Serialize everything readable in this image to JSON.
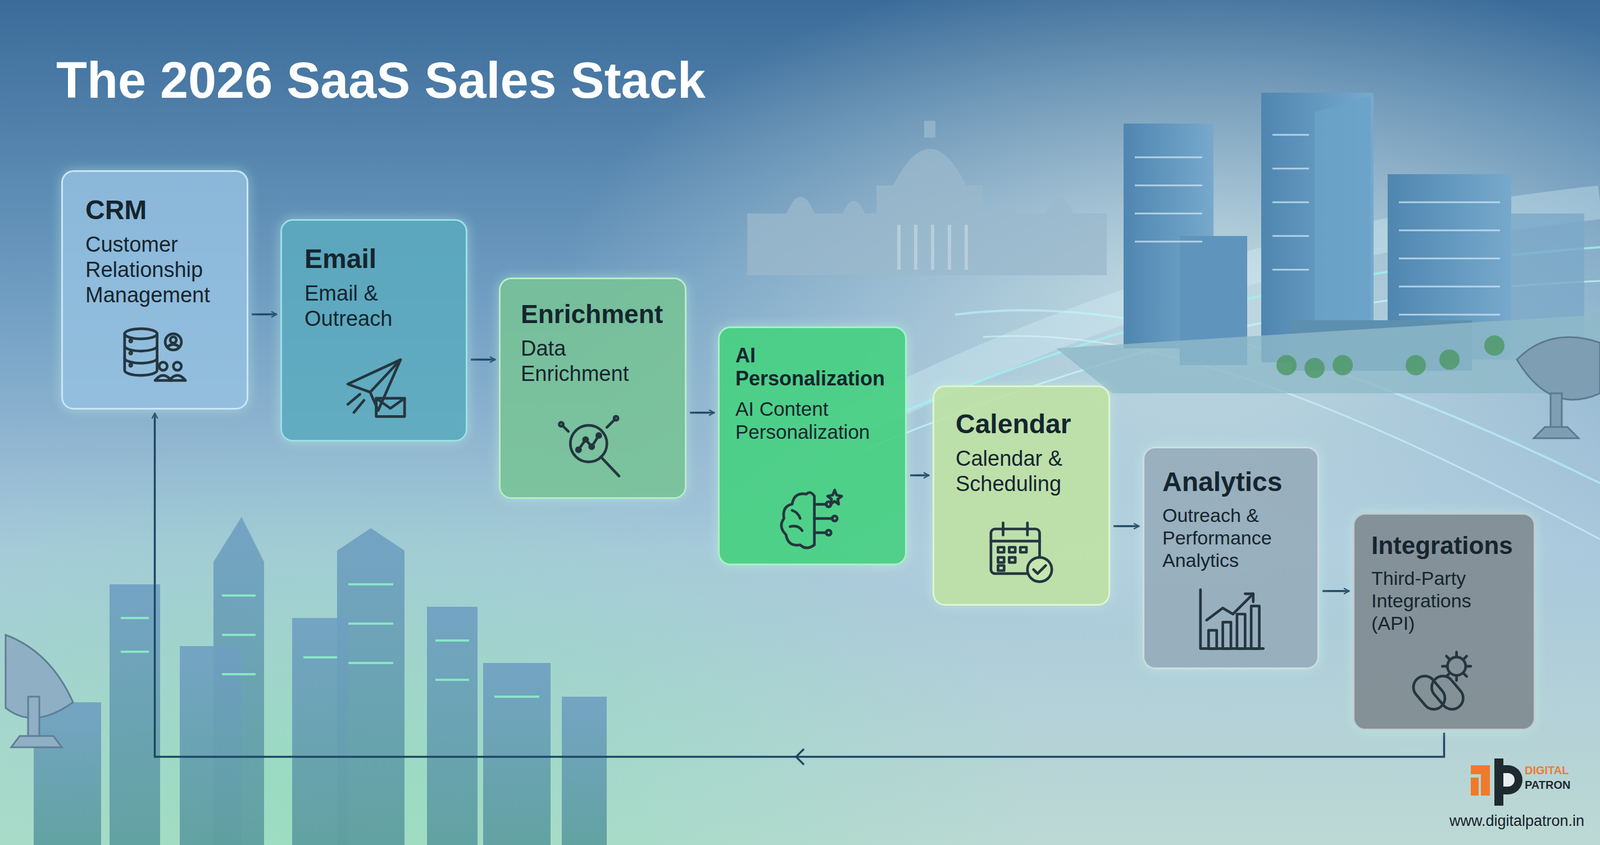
{
  "diagram": {
    "title": "The 2026 SaaS Sales Stack",
    "nodes": [
      {
        "text": [
          "CRM",
          "Customer Relationship Management"
        ]
      },
      {
        "text": [
          "Email",
          "Email & Outreach"
        ]
      },
      {
        "text": [
          "Enrichment",
          "Data Enrichment"
        ]
      },
      {
        "text": [
          "AI Personalization",
          "AI Content Personalization"
        ]
      },
      {
        "text": [
          "Calendar",
          "Calendar & Scheduling"
        ]
      },
      {
        "text": [
          "Analytics",
          "Outreach & Performance Analytics"
        ]
      },
      {
        "text": [
          "Integrations",
          "Third-Party Integrations (API)"
        ]
      }
    ],
    "edges": [
      {
        "from": 0,
        "to": 1,
        "arrow": "to"
      },
      {
        "from": 1,
        "to": 2,
        "arrow": "to"
      },
      {
        "from": 2,
        "to": 3,
        "arrow": "to"
      },
      {
        "from": 3,
        "to": 4,
        "arrow": "to"
      },
      {
        "from": 4,
        "to": 5,
        "arrow": "to"
      },
      {
        "from": 5,
        "to": 6,
        "arrow": "to"
      },
      {
        "from": 6,
        "to": 0,
        "arrow": "to"
      }
    ],
    "labels": [
      "DIGITAL",
      "PATRON",
      "www.digitalpatron.in"
    ]
  }
}
